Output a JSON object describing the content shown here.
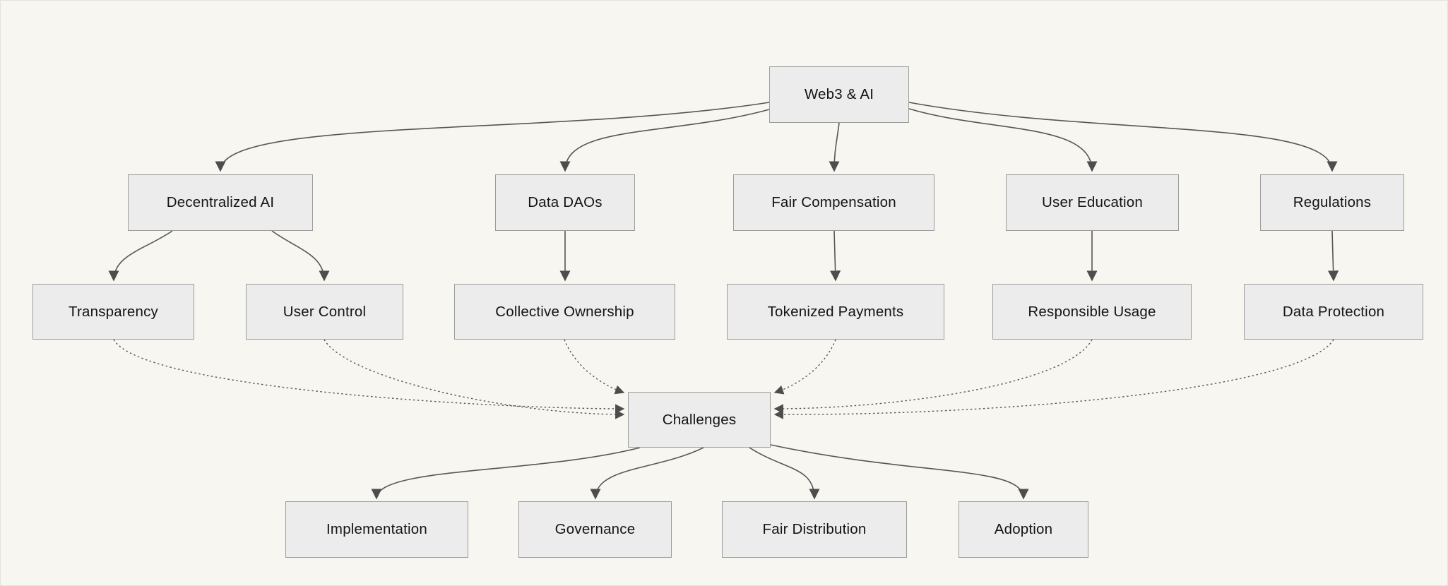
{
  "diagram": {
    "type": "flowchart",
    "direction": "top-down",
    "colors": {
      "background": "#f7f6f0",
      "node_fill": "#ececec",
      "node_border": "#9c9c9c",
      "edge_stroke": "#565656",
      "arrowhead": "#4d4d4d",
      "text": "#141414"
    },
    "nodes": {
      "web3_ai": {
        "label": "Web3 & AI"
      },
      "decentralized_ai": {
        "label": "Decentralized AI"
      },
      "data_daos": {
        "label": "Data DAOs"
      },
      "fair_compensation": {
        "label": "Fair Compensation"
      },
      "user_education": {
        "label": "User Education"
      },
      "regulations": {
        "label": "Regulations"
      },
      "transparency": {
        "label": "Transparency"
      },
      "user_control": {
        "label": "User Control"
      },
      "collective_ownership": {
        "label": "Collective Ownership"
      },
      "tokenized_payments": {
        "label": "Tokenized Payments"
      },
      "responsible_usage": {
        "label": "Responsible Usage"
      },
      "data_protection": {
        "label": "Data Protection"
      },
      "challenges": {
        "label": "Challenges"
      },
      "implementation": {
        "label": "Implementation"
      },
      "governance": {
        "label": "Governance"
      },
      "fair_distribution": {
        "label": "Fair Distribution"
      },
      "adoption": {
        "label": "Adoption"
      }
    },
    "edges": [
      {
        "from": "web3_ai",
        "to": "decentralized_ai",
        "style": "solid"
      },
      {
        "from": "web3_ai",
        "to": "data_daos",
        "style": "solid"
      },
      {
        "from": "web3_ai",
        "to": "fair_compensation",
        "style": "solid"
      },
      {
        "from": "web3_ai",
        "to": "user_education",
        "style": "solid"
      },
      {
        "from": "web3_ai",
        "to": "regulations",
        "style": "solid"
      },
      {
        "from": "decentralized_ai",
        "to": "transparency",
        "style": "solid"
      },
      {
        "from": "decentralized_ai",
        "to": "user_control",
        "style": "solid"
      },
      {
        "from": "data_daos",
        "to": "collective_ownership",
        "style": "solid"
      },
      {
        "from": "fair_compensation",
        "to": "tokenized_payments",
        "style": "solid"
      },
      {
        "from": "user_education",
        "to": "responsible_usage",
        "style": "solid"
      },
      {
        "from": "regulations",
        "to": "data_protection",
        "style": "solid"
      },
      {
        "from": "transparency",
        "to": "challenges",
        "style": "dotted"
      },
      {
        "from": "user_control",
        "to": "challenges",
        "style": "dotted"
      },
      {
        "from": "collective_ownership",
        "to": "challenges",
        "style": "dotted"
      },
      {
        "from": "tokenized_payments",
        "to": "challenges",
        "style": "dotted"
      },
      {
        "from": "responsible_usage",
        "to": "challenges",
        "style": "dotted"
      },
      {
        "from": "data_protection",
        "to": "challenges",
        "style": "dotted"
      },
      {
        "from": "challenges",
        "to": "implementation",
        "style": "solid"
      },
      {
        "from": "challenges",
        "to": "governance",
        "style": "solid"
      },
      {
        "from": "challenges",
        "to": "fair_distribution",
        "style": "solid"
      },
      {
        "from": "challenges",
        "to": "adoption",
        "style": "solid"
      }
    ]
  }
}
